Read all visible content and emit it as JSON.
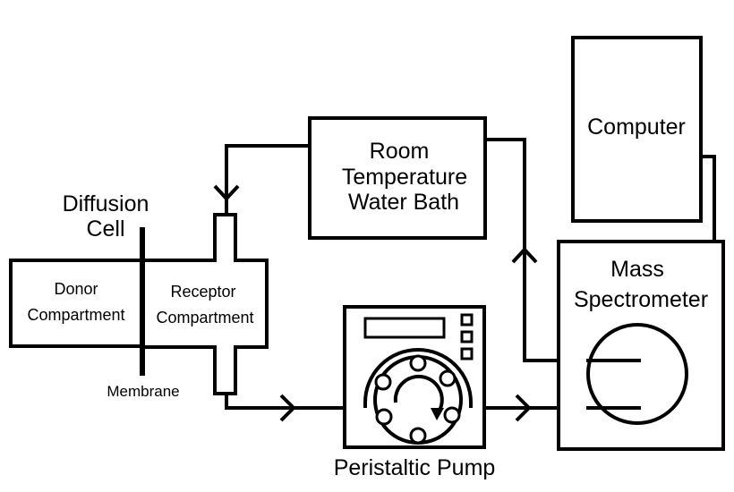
{
  "diagram": {
    "diffusion_cell": {
      "title_line1": "Diffusion",
      "title_line2": "Cell"
    },
    "donor": {
      "line1": "Donor",
      "line2": "Compartment"
    },
    "receptor": {
      "line1": "Receptor",
      "line2": "Compartment"
    },
    "membrane": "Membrane",
    "water_bath": {
      "line1": "Room",
      "line2": "Temperature",
      "line3": "Water Bath"
    },
    "computer": "Computer",
    "mass_spec": {
      "line1": "Mass",
      "line2": "Spectrometer"
    },
    "pump": "Peristaltic Pump"
  },
  "colors": {
    "stroke": "#000000",
    "background": "#ffffff"
  }
}
